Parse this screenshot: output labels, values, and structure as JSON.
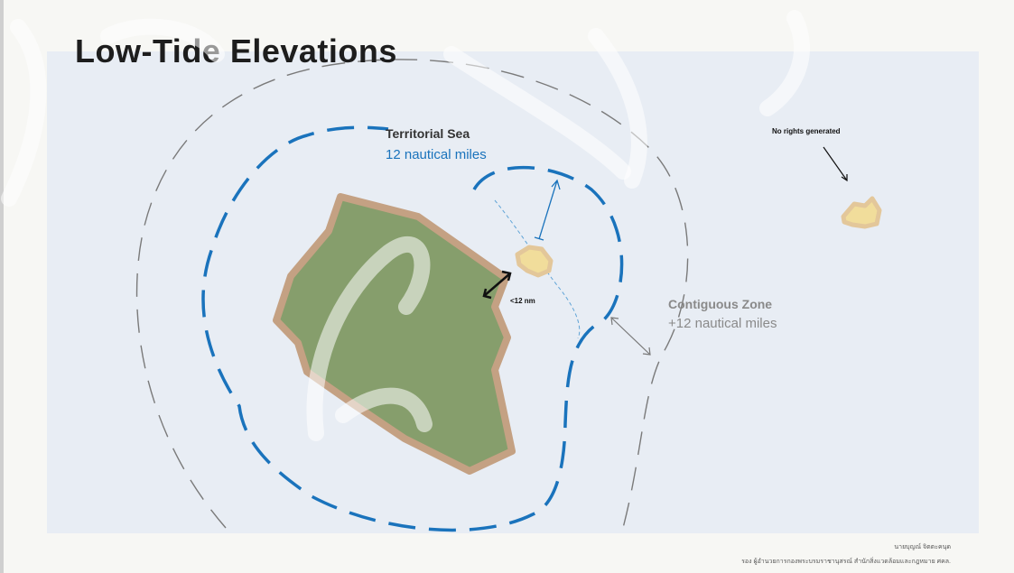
{
  "title": "Low-Tide Elevations",
  "territorial_sea": {
    "name": "Territorial Sea",
    "distance": "12 nautical miles"
  },
  "contiguous_zone": {
    "name": "Contiguous Zone",
    "distance": "+12 nautical miles"
  },
  "distance_label": "<12 nm",
  "no_rights_label": "No rights generated",
  "credit": {
    "line1": "นายบุญณ์ จิตตะคนุด",
    "line2": "รอง ผู้อำนวยการกองพระบรมราชานุสรณ์ สำนักสิ่งแวดล้อมและกฎหมาย ศคล."
  },
  "colors": {
    "panel": "#e8edf4",
    "island_fill": "#869e6c",
    "island_outline": "#c4a183",
    "territorial_line": "#1a73bc",
    "contiguous_line": "#7a7a7a",
    "elevation_fill": "#f1dd9b",
    "elevation_outline": "#e3c79a"
  }
}
